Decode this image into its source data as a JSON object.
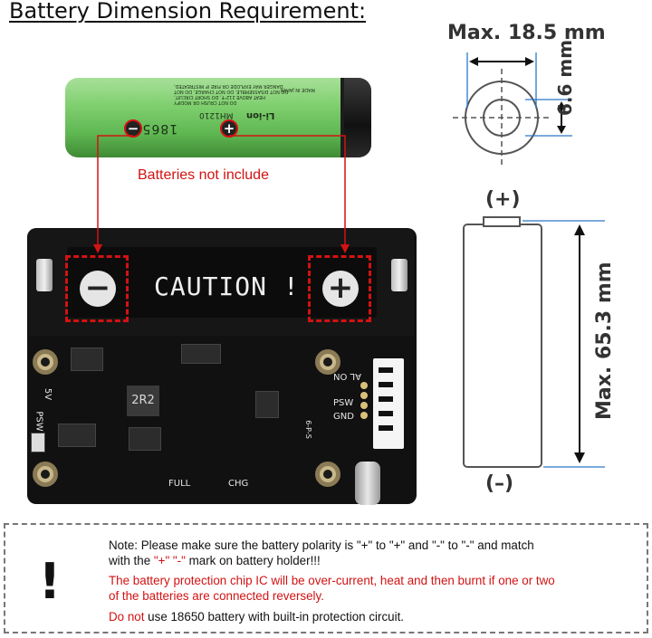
{
  "title": "Battery Dimension Requirement:",
  "battery": {
    "print_model": "18650B",
    "print_brand": "Li-ion",
    "print_code": "MH1210",
    "print_made": "MADE IN JAPAN",
    "warning_1": "DANGER MAY EXPLODE OR FIRE IF MISTREATED,",
    "warning_2": "DO NOT DISASSEMBLE, DO NOT CHARGE, DO NOT",
    "warning_3": "HEAT ABOVE 212°F, DO SHORT CIRCUIT,",
    "warning_4": "DO NOT CRUSH OR MODIFY",
    "minus_symbol": "−",
    "plus_symbol": "+"
  },
  "batteries_note": "Batteries not include",
  "holder": {
    "caution": "CAUTION !",
    "minus_terminal": "−",
    "plus_terminal": "+"
  },
  "pcb": {
    "inductor": "2R2",
    "label_5v": "5V",
    "label_psw": "PSW",
    "label_full": "FULL",
    "label_chg": "CHG",
    "header_labels": [
      "AL ON",
      "PSW",
      "GND"
    ],
    "small_code": "6-P-S"
  },
  "dims": {
    "diameter": "Max. 18.5 mm",
    "terminal": "6.6 mm",
    "length": "Max. 65.3 mm",
    "plus": "(+)",
    "minus": "(–)"
  },
  "note": {
    "line1": "Note: Please make sure the battery polarity is \"+\" to \"+\" and \"-\" to \"-\" and match",
    "line2_a": "with the ",
    "line2_b": "\"+\" \"-\"",
    "line2_c": " mark on battery holder!!!",
    "line3": "The battery protection chip IC will be over-current, heat and then burnt if one or two",
    "line4": "of the batteries are connected reversely.",
    "line5_a": "Do not",
    "line5_b": " use 18650 battery with built-in protection circuit.",
    "warning_symbol": "!"
  },
  "colors": {
    "accent_red": "#d31212",
    "dimension_blue": "#2a78c8",
    "battery_green": "#7fcf6e",
    "warning_yellow": "#f6e400"
  }
}
